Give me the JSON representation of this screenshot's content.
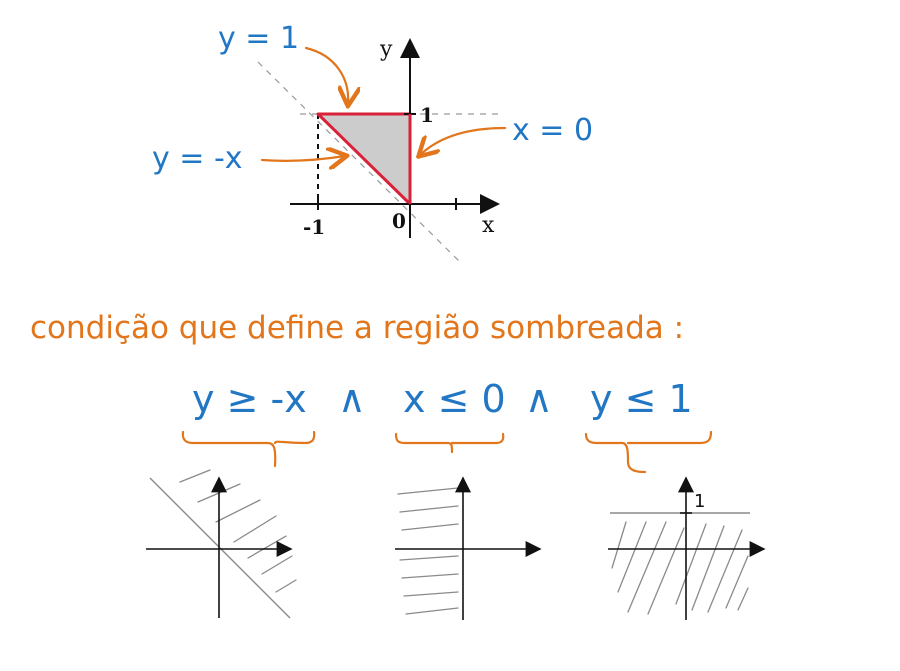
{
  "main_graph": {
    "y_axis_label": "y",
    "x_axis_label": "x",
    "tick_y_one": "1",
    "tick_x_minus_one": "-1",
    "origin_label": "0",
    "annotation_y_eq_1": "y = 1",
    "annotation_y_eq_minus_x": "y = -x",
    "annotation_x_eq_0": "x = 0",
    "region_fill": "#cccccc",
    "boundary_color": "#d9223a"
  },
  "condition": {
    "heading": "condição que define a região sombreada :",
    "part1": "y ≥ -x",
    "and1": "∧",
    "part2": "x ≤ 0",
    "and2": "∧",
    "part3": "y ≤ 1"
  },
  "mini_graphs": {
    "third_tick_label": "1"
  },
  "colors": {
    "blue_ink": "#2277c4",
    "orange_ink": "#e2761c",
    "hatch": "#8a8a8a"
  }
}
